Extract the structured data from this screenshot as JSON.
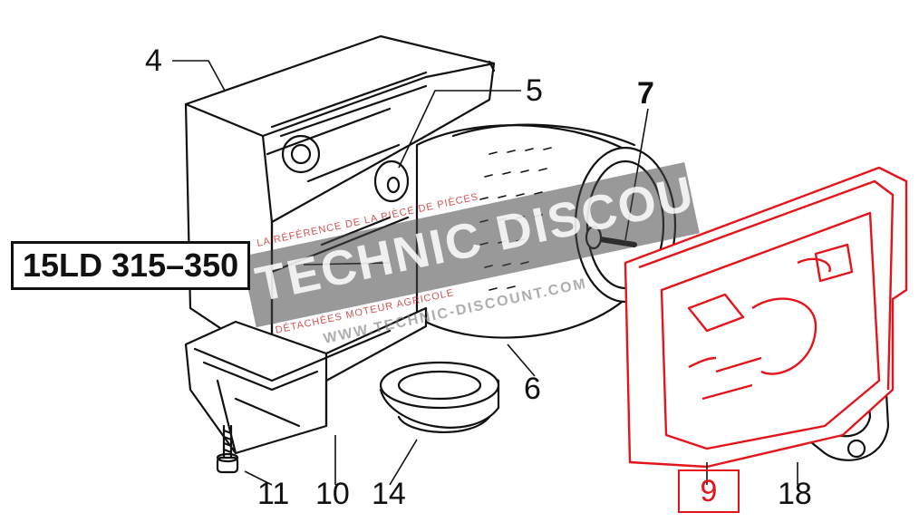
{
  "model_label": "15LD 315–350",
  "callouts": {
    "c4": "4",
    "c5": "5",
    "c7": "7",
    "c6": "6",
    "c9": "9",
    "c18": "18",
    "c11": "11",
    "c10": "10",
    "c14": "14"
  },
  "watermark": {
    "title": "TECHNIC DISCOUNT",
    "line1": "LA RÉFÉRENCE DE LA PIÈCE DE PIÈCES",
    "line2": "DÉTACHÉES MOTEUR AGRICOLE",
    "url": "WWW.TECHNIC-DISCOUNT.COM"
  },
  "colors": {
    "line": "#111111",
    "highlight": "#e5141b",
    "watermark_band": "#555555"
  }
}
